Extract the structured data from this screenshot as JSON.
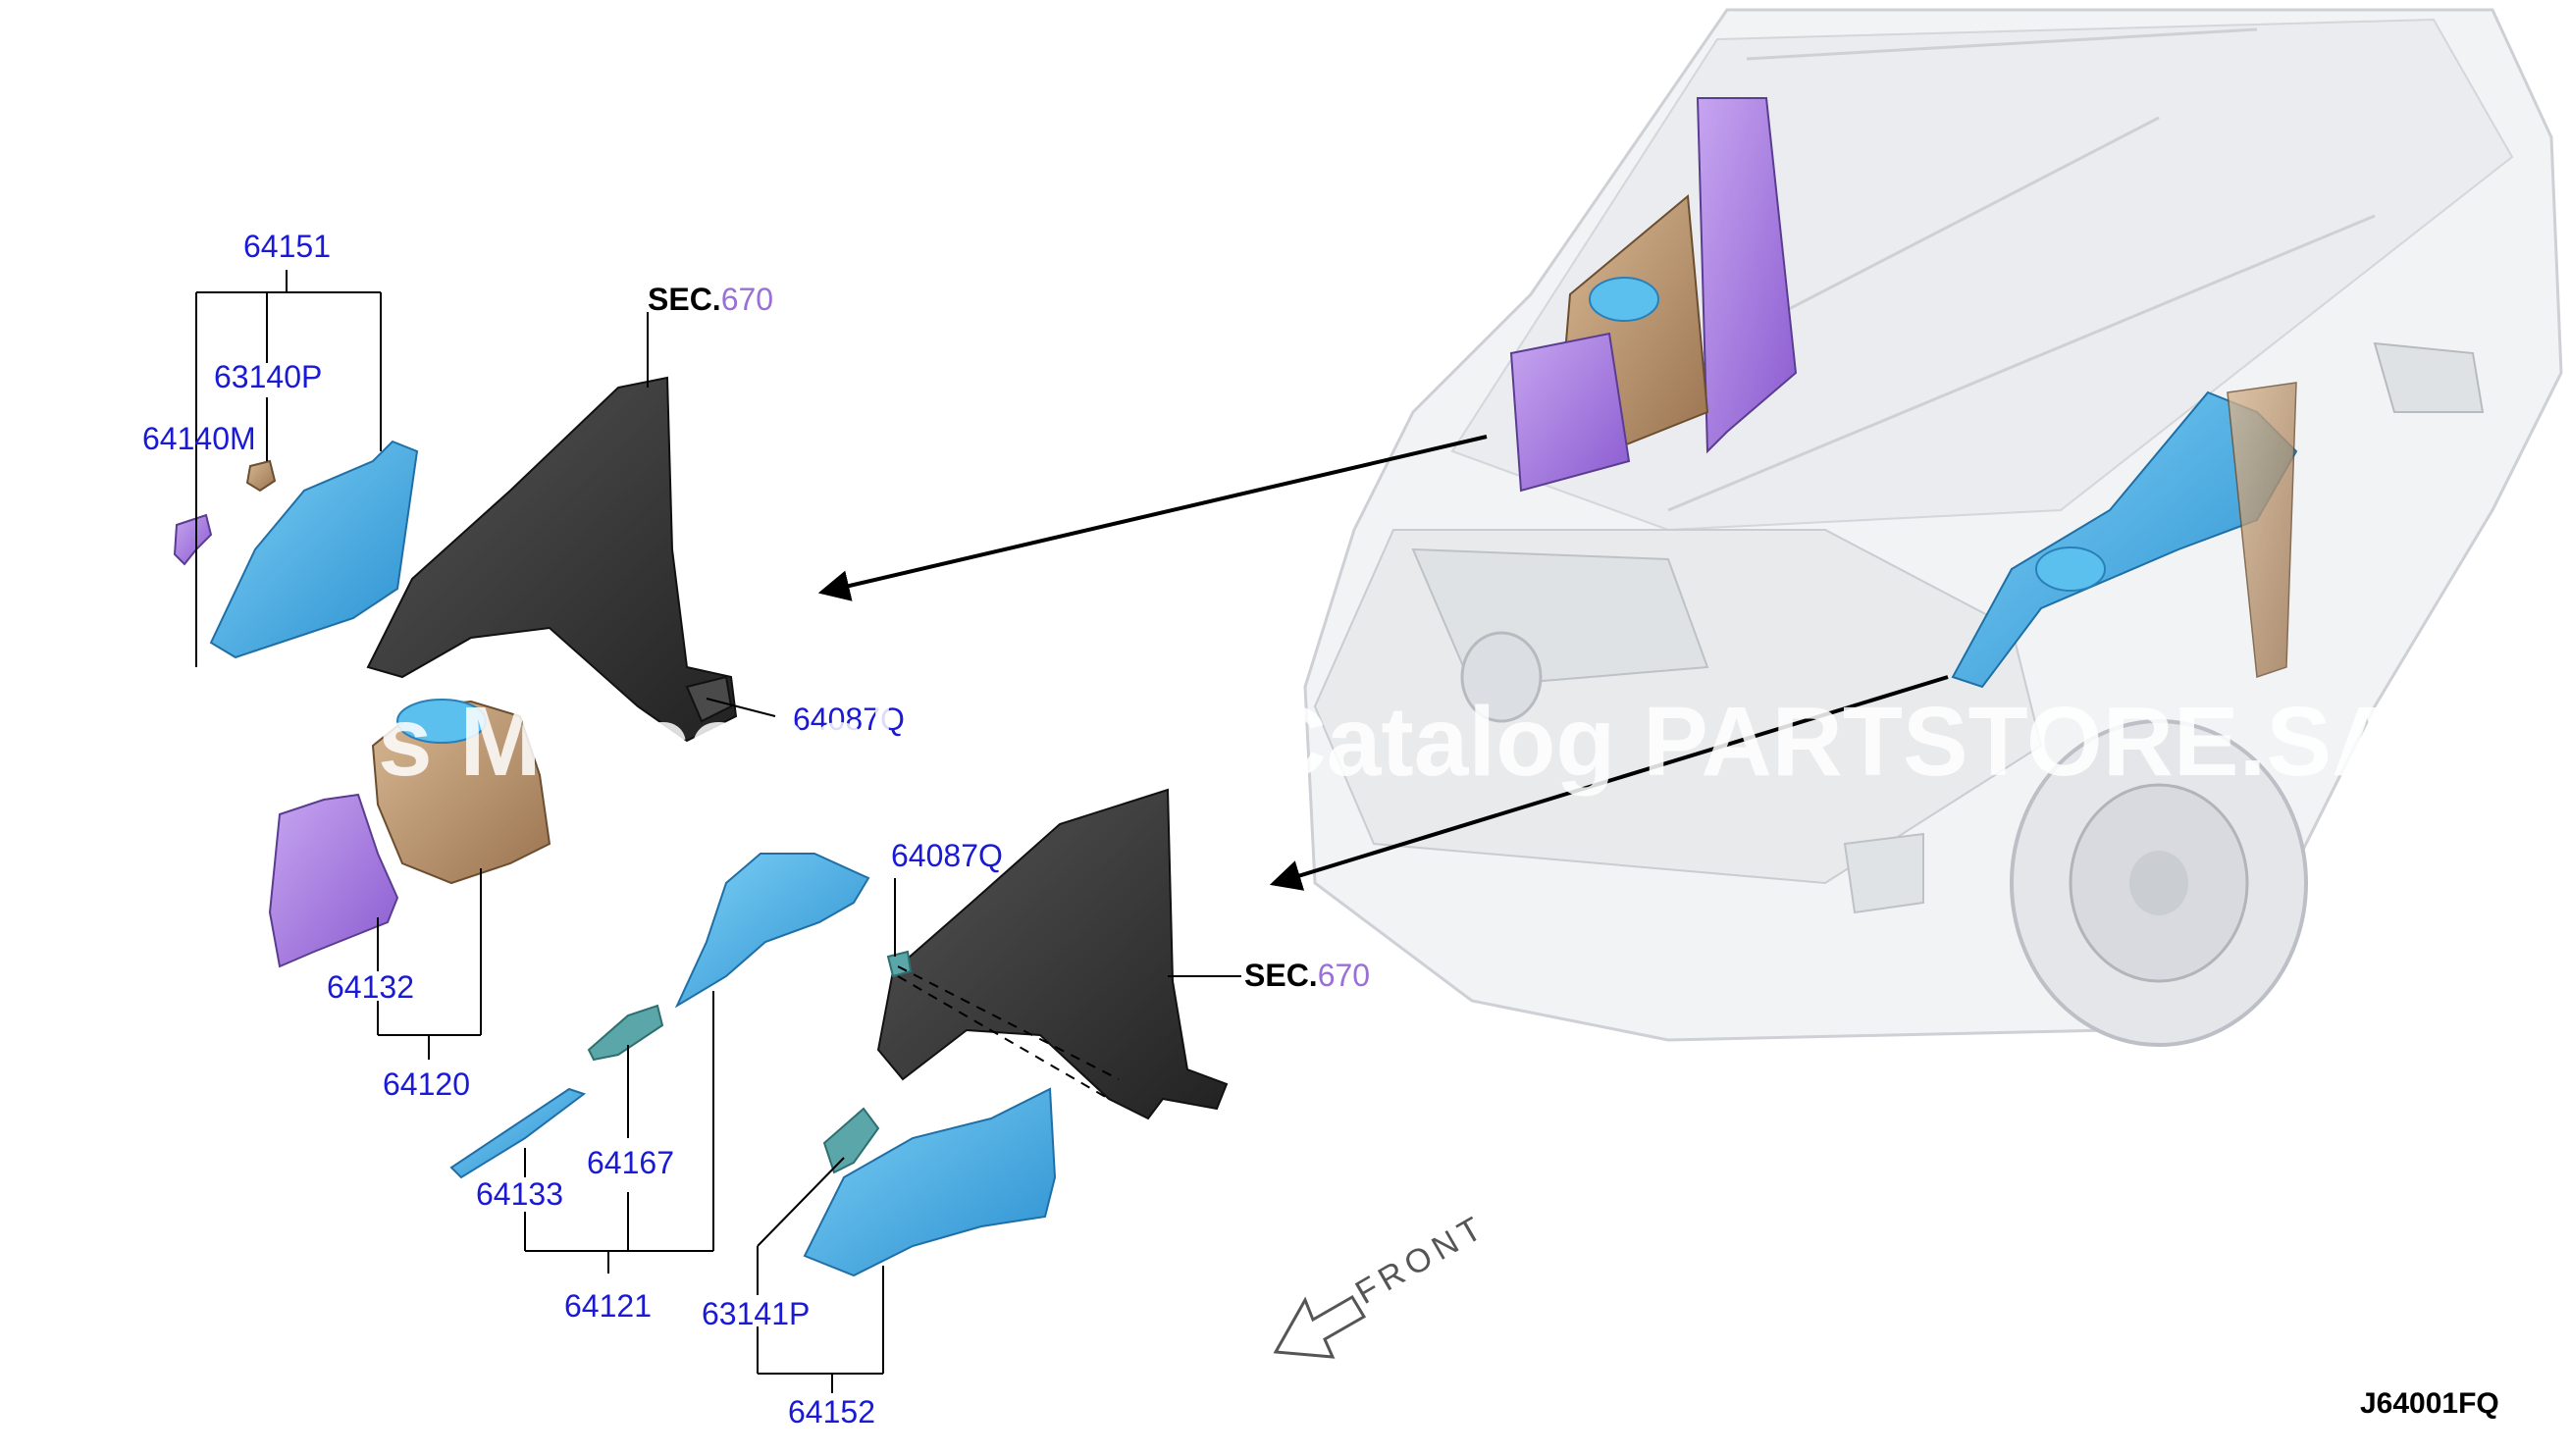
{
  "labels": {
    "p64151": "64151",
    "p63140P": "63140P",
    "p64140M": "64140M",
    "p64087Q_top": "64087Q",
    "p64132": "64132",
    "p64120": "64120",
    "p64087Q": "64087Q",
    "p64167": "64167",
    "p64133": "64133",
    "p64121": "64121",
    "p63141P": "63141P",
    "p64152": "64152"
  },
  "sections": {
    "sec_prefix": "SEC.",
    "sec_top_number": "670",
    "sec_bottom_number": "670"
  },
  "front_label": "FRONT",
  "diagram_code": "J64001FQ",
  "watermark": "s Marcopolo Parts Catalog PARTSTORE.SA",
  "colors": {
    "label_blue": "#1a1ad6",
    "sec_purple": "#9a6fd6",
    "part_cyan": "#3ba9e6",
    "part_purple": "#a678e0",
    "part_tan": "#b8916a",
    "part_dark": "#3a3a3a",
    "part_teal": "#5aa6a8"
  }
}
